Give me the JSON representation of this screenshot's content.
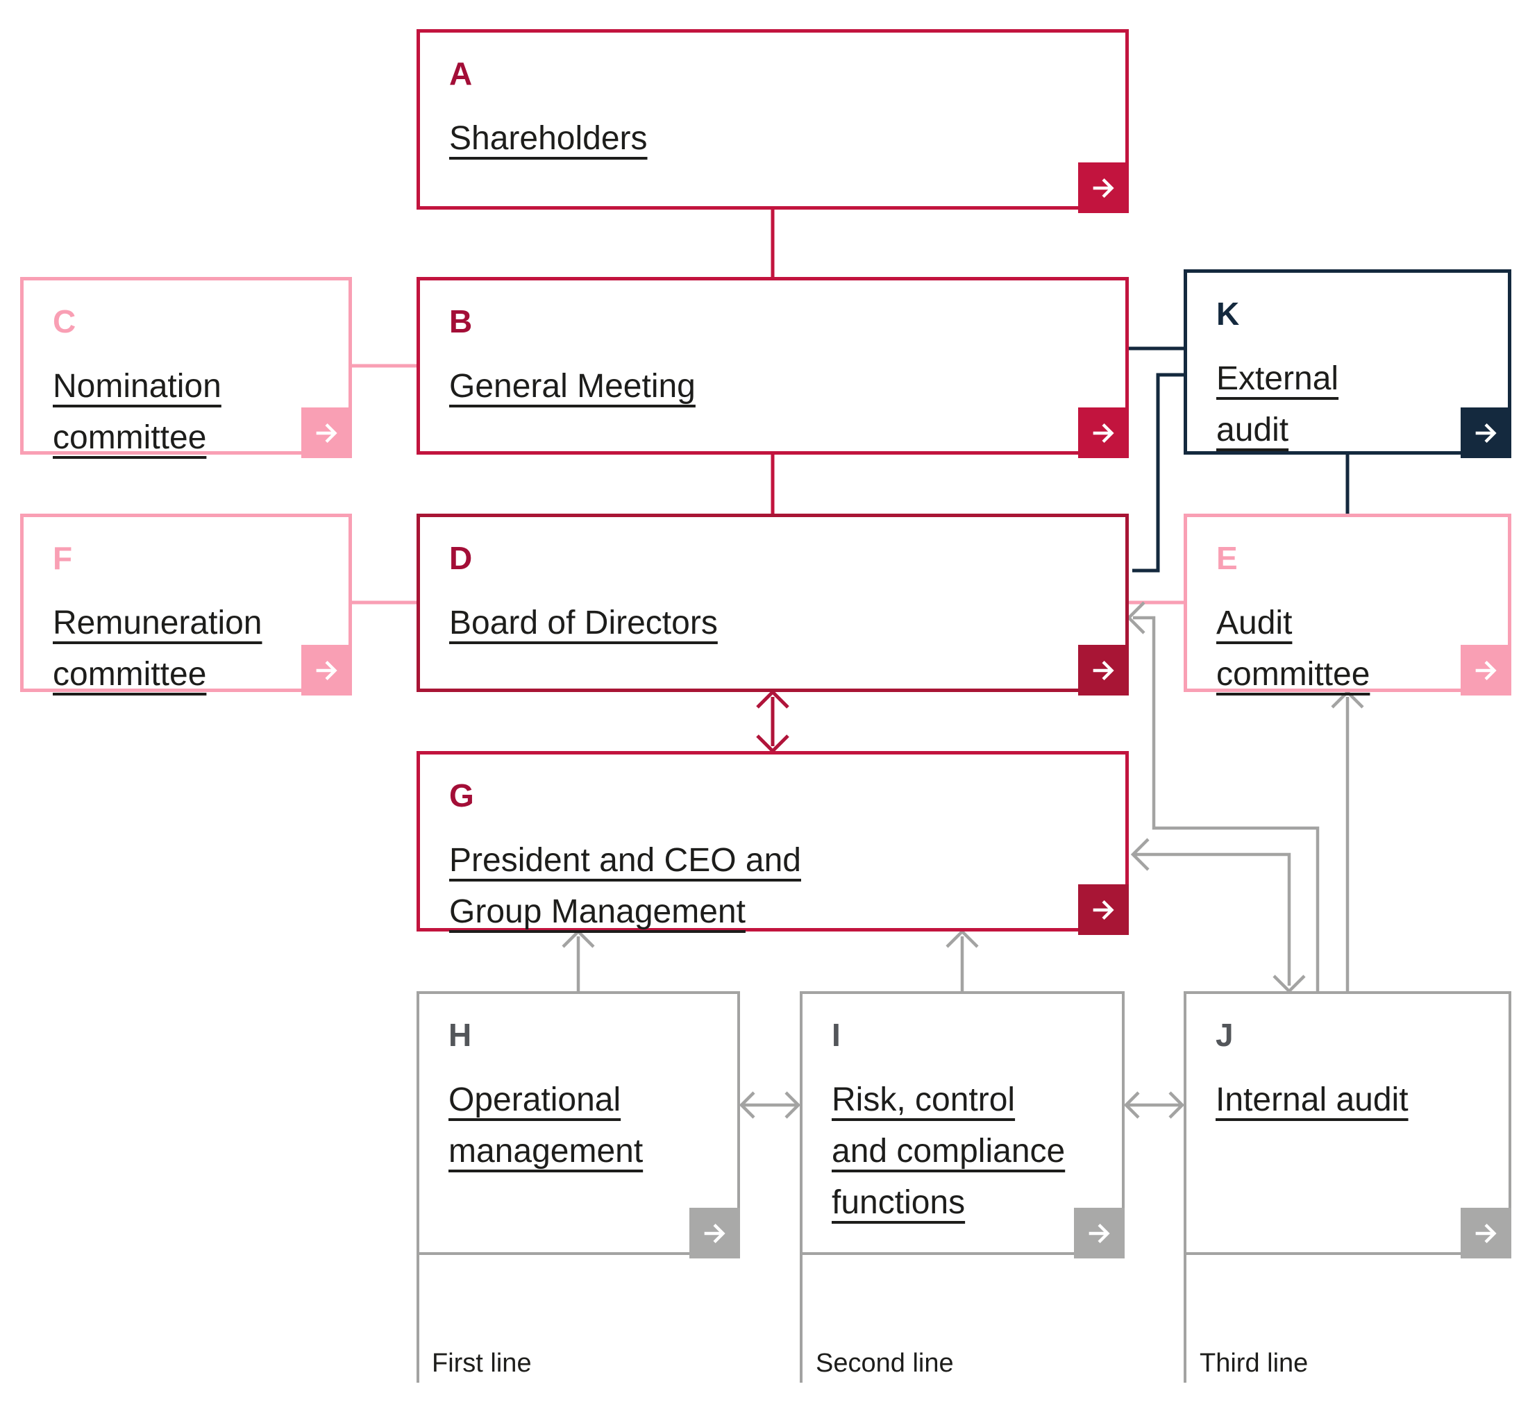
{
  "boxes": {
    "a": {
      "letter": "A",
      "title": "Shareholders"
    },
    "b": {
      "letter": "B",
      "title": "General Meeting"
    },
    "c": {
      "letter": "C",
      "title": "Nomination\ncommittee"
    },
    "d": {
      "letter": "D",
      "title": "Board of Directors"
    },
    "e": {
      "letter": "E",
      "title": "Audit\ncommittee"
    },
    "f": {
      "letter": "F",
      "title": "Remuneration\ncommittee"
    },
    "g": {
      "letter": "G",
      "title": "President and CEO and\nGroup Management"
    },
    "h": {
      "letter": "H",
      "title": "Operational\nmanagement"
    },
    "i": {
      "letter": "I",
      "title": "Risk, control\nand compliance\nfunctions"
    },
    "j": {
      "letter": "J",
      "title": "Internal audit"
    },
    "k": {
      "letter": "K",
      "title": "External\naudit"
    }
  },
  "footer": {
    "first": "First line",
    "second": "Second line",
    "third": "Third line"
  },
  "icons": {
    "arrow": "right-arrow"
  },
  "palette": {
    "crimson": "#c2143e",
    "maroon": "#a81535",
    "letter_red": "#a30e37",
    "pink": "#f99fb4",
    "navy": "#14293e",
    "gray_line": "#a3a3a2",
    "gray_letter": "#53565a",
    "text": "#1d1d1b",
    "background": "#ffffff"
  }
}
